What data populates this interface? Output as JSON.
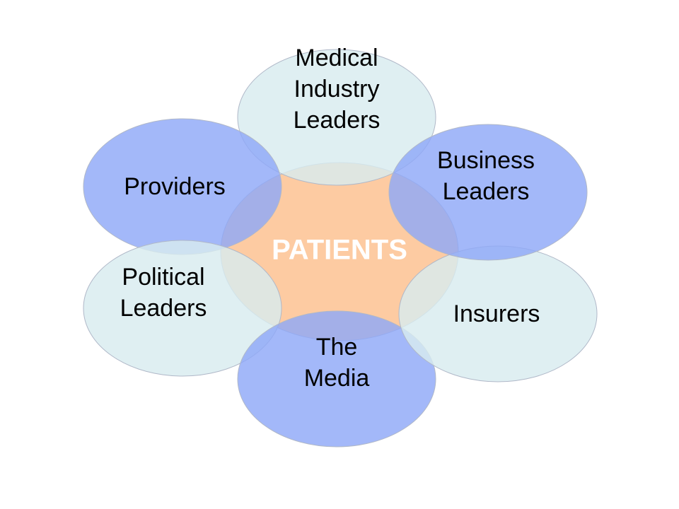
{
  "diagram": {
    "center": {
      "label": "PATIENTS"
    },
    "petals": [
      {
        "id": "medical-industry-leaders",
        "lines": [
          "Medical",
          "Industry",
          "Leaders"
        ],
        "style": "light"
      },
      {
        "id": "providers",
        "lines": [
          "Providers"
        ],
        "style": "blue"
      },
      {
        "id": "business-leaders",
        "lines": [
          "Business",
          "Leaders"
        ],
        "style": "blue"
      },
      {
        "id": "political-leaders",
        "lines": [
          "Political",
          "Leaders"
        ],
        "style": "light"
      },
      {
        "id": "insurers",
        "lines": [
          "Insurers"
        ],
        "style": "light"
      },
      {
        "id": "the-media",
        "lines": [
          "The",
          "Media"
        ],
        "style": "blue"
      }
    ]
  },
  "colors": {
    "center_fill": "#fdc08e",
    "center_text": "#ffffff",
    "blue_fill": "#8fa8f8",
    "light_fill": "#d8ecef",
    "outline": "#b0b8c8"
  }
}
